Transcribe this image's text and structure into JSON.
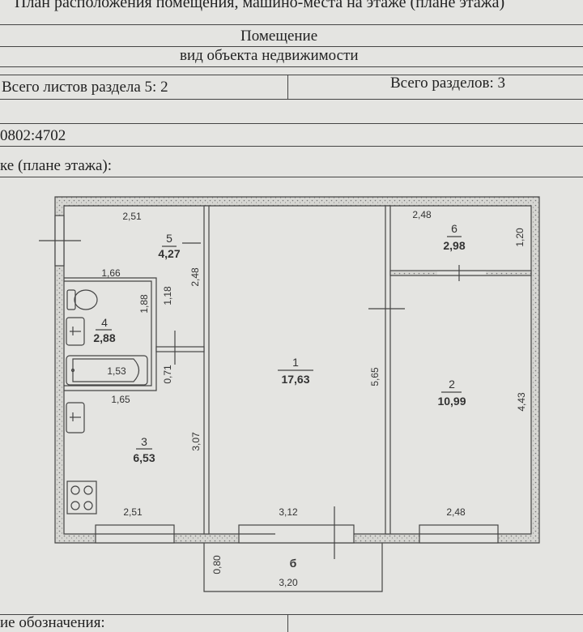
{
  "header": {
    "plan_title": "План расположения помещения, машино-места на этаже (плане этажа)",
    "object_type_value": "Помещение",
    "object_type_caption": "вид объекта недвижимости",
    "sheets_in_section": "Всего листов раздела 5: 2",
    "total_sections": "Всего разделов: 3",
    "cadastral_fragment": "0802:4702",
    "plan_caption_fragment": "ке (плане этажа):"
  },
  "floor_plan": {
    "rooms": [
      {
        "number": "1",
        "area": "17,63"
      },
      {
        "number": "2",
        "area": "10,99"
      },
      {
        "number": "3",
        "area": "6,53"
      },
      {
        "number": "4",
        "area": "2,88"
      },
      {
        "number": "5",
        "area": "4,27"
      },
      {
        "number": "6",
        "area": "2,98"
      },
      {
        "number": "б",
        "area": ""
      }
    ],
    "dimensions": {
      "r5_top": "2,51",
      "r4_top": "1,66",
      "r4_h": "1,88",
      "r4_door": "1,18",
      "r5_h": "2,48",
      "bath": "1,53",
      "gap": "0,71",
      "r3_top": "1,65",
      "r3_h": "3,07",
      "r3_bottom": "2,51",
      "r1_bottom": "3,12",
      "r1_h": "5,65",
      "r6_top": "2,48",
      "r6_h": "1,20",
      "r2_h": "4,43",
      "r2_bottom": "2,48",
      "balcony_h": "0,80",
      "balcony_w": "3,20"
    }
  },
  "footer": {
    "legend_fragment": "ие обозначения:"
  }
}
